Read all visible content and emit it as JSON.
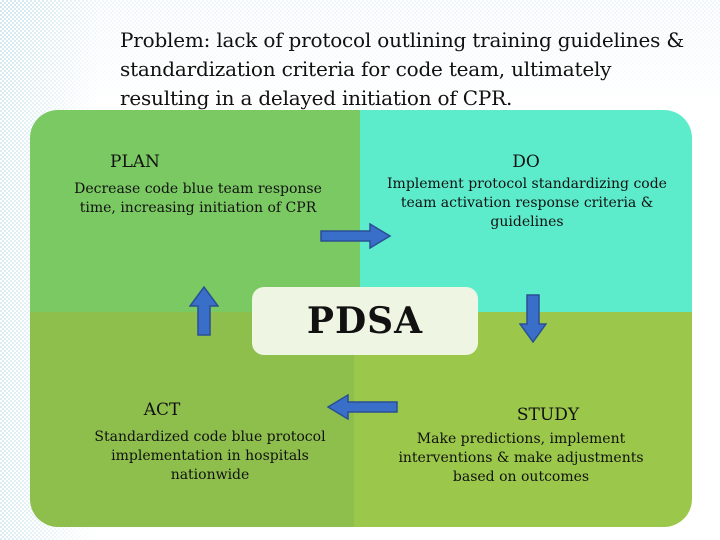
{
  "problem_statement": "Problem: lack of protocol outlining training guidelines & standardization criteria for code team, ultimately resulting in a delayed initiation of CPR.",
  "center_label": "PDSA",
  "quadrants": {
    "plan": {
      "heading": "PLAN",
      "description": "Decrease code blue team response time, increasing initiation of CPR",
      "color": "#7bc963"
    },
    "do": {
      "heading": "DO",
      "description": "Implement protocol standardizing code team activation response criteria & guidelines",
      "color": "#5deccb"
    },
    "act": {
      "heading": "ACT",
      "description": "Standardized code blue protocol implementation in hospitals nationwide",
      "color": "#8ebf4c"
    },
    "study": {
      "heading": "STUDY",
      "description": "Make predictions, implement interventions & make adjustments based on outcomes",
      "color": "#9bc84a"
    }
  },
  "arrows": {
    "plan_to_do": "right-arrow-icon",
    "do_to_study": "down-arrow-icon",
    "study_to_act": "left-arrow-icon",
    "act_to_plan": "up-arrow-icon",
    "fill_color": "#3a6fc9",
    "stroke_color": "#2a4f95"
  }
}
